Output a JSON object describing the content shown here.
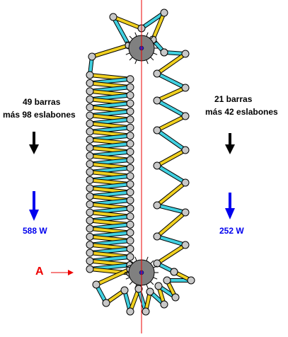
{
  "left_text": {
    "line1": "49 barras",
    "line2": "más 98 eslabones",
    "weight": "588 W"
  },
  "right_text": {
    "line1": "21 barras",
    "line2": "más 42 eslabones",
    "weight": "252 W"
  },
  "marker_label": "A",
  "colors": {
    "bar": "#f0d020",
    "link": "#40d0e0",
    "wheel": "#808080",
    "force_black": "#000000",
    "force_blue": "#0000ee",
    "axis": "#ee0000"
  }
}
